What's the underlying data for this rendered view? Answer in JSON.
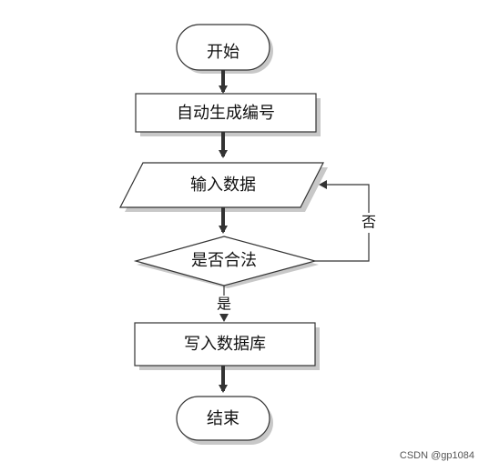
{
  "flowchart": {
    "nodes": {
      "start": "开始",
      "gen_id": "自动生成编号",
      "input": "输入数据",
      "check": "是否合法",
      "write": "写入数据库",
      "end": "结束"
    },
    "edges": {
      "yes_label": "是",
      "no_label": "否"
    }
  },
  "watermark": "CSDN @gp1084",
  "colors": {
    "line": "#333333",
    "shape_fill": "#ffffff",
    "shadow": "#c8c8c8"
  }
}
